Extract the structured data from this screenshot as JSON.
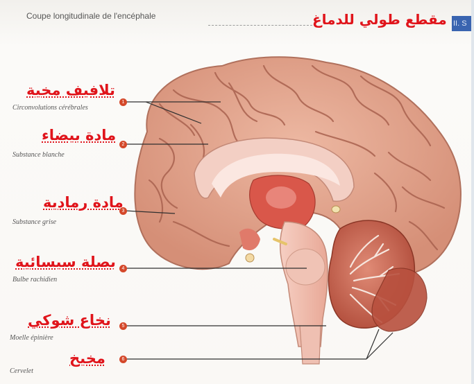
{
  "header": {
    "title_fr": "Coupe longitudinale de l'encéphale",
    "title_ar": "مقطع طولي للدماغ",
    "figure_tag": "II. S"
  },
  "labels": [
    {
      "key": "circonvolutions",
      "ar": "تلافيف مخية",
      "fr": "Circonvolutions cérébrales",
      "num": "1"
    },
    {
      "key": "substance-blanche",
      "ar": "مادة بيضاء",
      "fr": "Substance blanche",
      "num": "2"
    },
    {
      "key": "substance-grise",
      "ar": "مادة رمادية",
      "fr": "Substance grise",
      "num": "3"
    },
    {
      "key": "bulbe-rachidien",
      "ar": "بصلة سيسائية",
      "fr": "Bulbe rachidien",
      "num": "4"
    },
    {
      "key": "moelle-epiniere",
      "ar": "نخاع شوكي",
      "fr": "Moelle épinière",
      "num": "5"
    },
    {
      "key": "cervelet",
      "ar": "مخيخ",
      "fr": "Cervelet",
      "num": "6"
    }
  ],
  "colors": {
    "label_red": "#e0141b",
    "brain_pink": "#e3a48c",
    "sulcus_dark": "#a9624f",
    "white_matter": "#f7dad2",
    "brainstem": "#f1c2b4",
    "cerebellum": "#c8634f"
  }
}
